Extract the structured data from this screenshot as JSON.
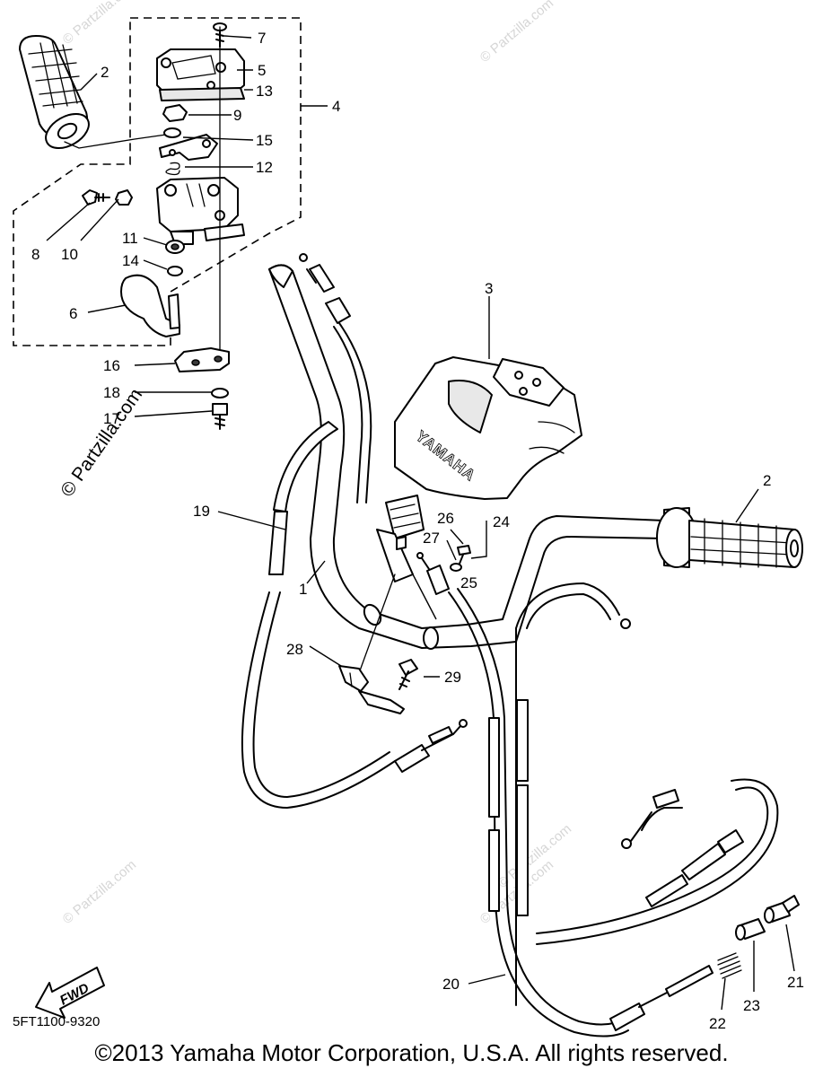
{
  "diagram": {
    "diagram_code": "5FT1100-9320",
    "copyright": "©2013 Yamaha Motor Corporation, U.S.A. All rights reserved.",
    "fwd_label": "FWD",
    "brand_on_part": "YAMAHA",
    "watermark": "© Partzilla.com",
    "callouts": [
      "1",
      "2",
      "3",
      "4",
      "5",
      "6",
      "7",
      "8",
      "9",
      "10",
      "11",
      "12",
      "13",
      "14",
      "15",
      "16",
      "17",
      "18",
      "19",
      "20",
      "21",
      "22",
      "23",
      "24",
      "25",
      "26",
      "27",
      "28",
      "29"
    ]
  }
}
